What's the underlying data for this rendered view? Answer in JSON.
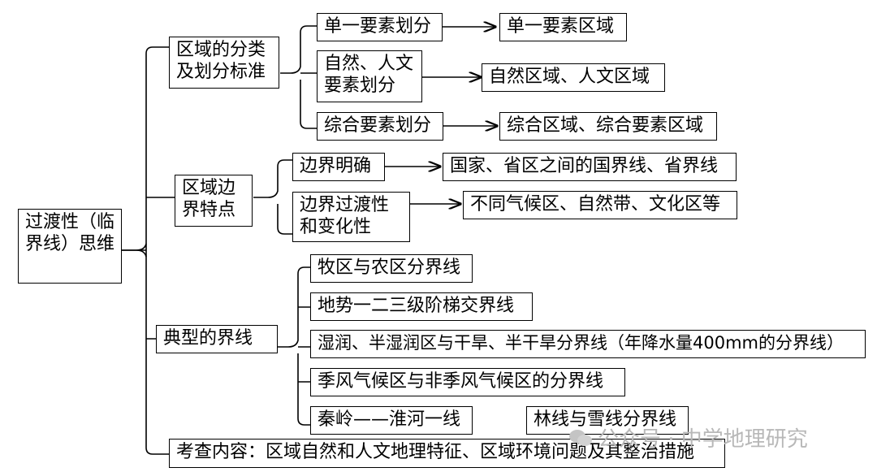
{
  "root": "过渡性（临界线）思维",
  "categories": {
    "classification": "区域的分类及划分标准",
    "boundary": "区域边界特点",
    "typical": "典型的界线",
    "exam": "考查内容：区域自然和人文地理特征、区域环境问题及其整治措施"
  },
  "classification_items": [
    {
      "method": "单一要素划分",
      "result": "单一要素区域"
    },
    {
      "method": "自然、人文要素划分",
      "result": "自然区域、人文区域"
    },
    {
      "method": "综合要素划分",
      "result": "综合区域、综合要素区域"
    }
  ],
  "boundary_items": [
    {
      "feature": "边界明确",
      "example": "国家、省区之间的国界线、省界线"
    },
    {
      "feature": "边界过渡性和变化性",
      "example": "不同气候区、自然带、文化区等"
    }
  ],
  "typical_lines": [
    "牧区与农区分界线",
    "地势一二三级阶梯交界线",
    "湿润、半湿润区与干旱、半干旱分界线（年降水量400mm的分界线）",
    "季风气候区与非季风气候区的分界线",
    "秦岭——淮河一线",
    "林线与雪线分界线"
  ],
  "watermark": "公众号 · 中学地理研究"
}
